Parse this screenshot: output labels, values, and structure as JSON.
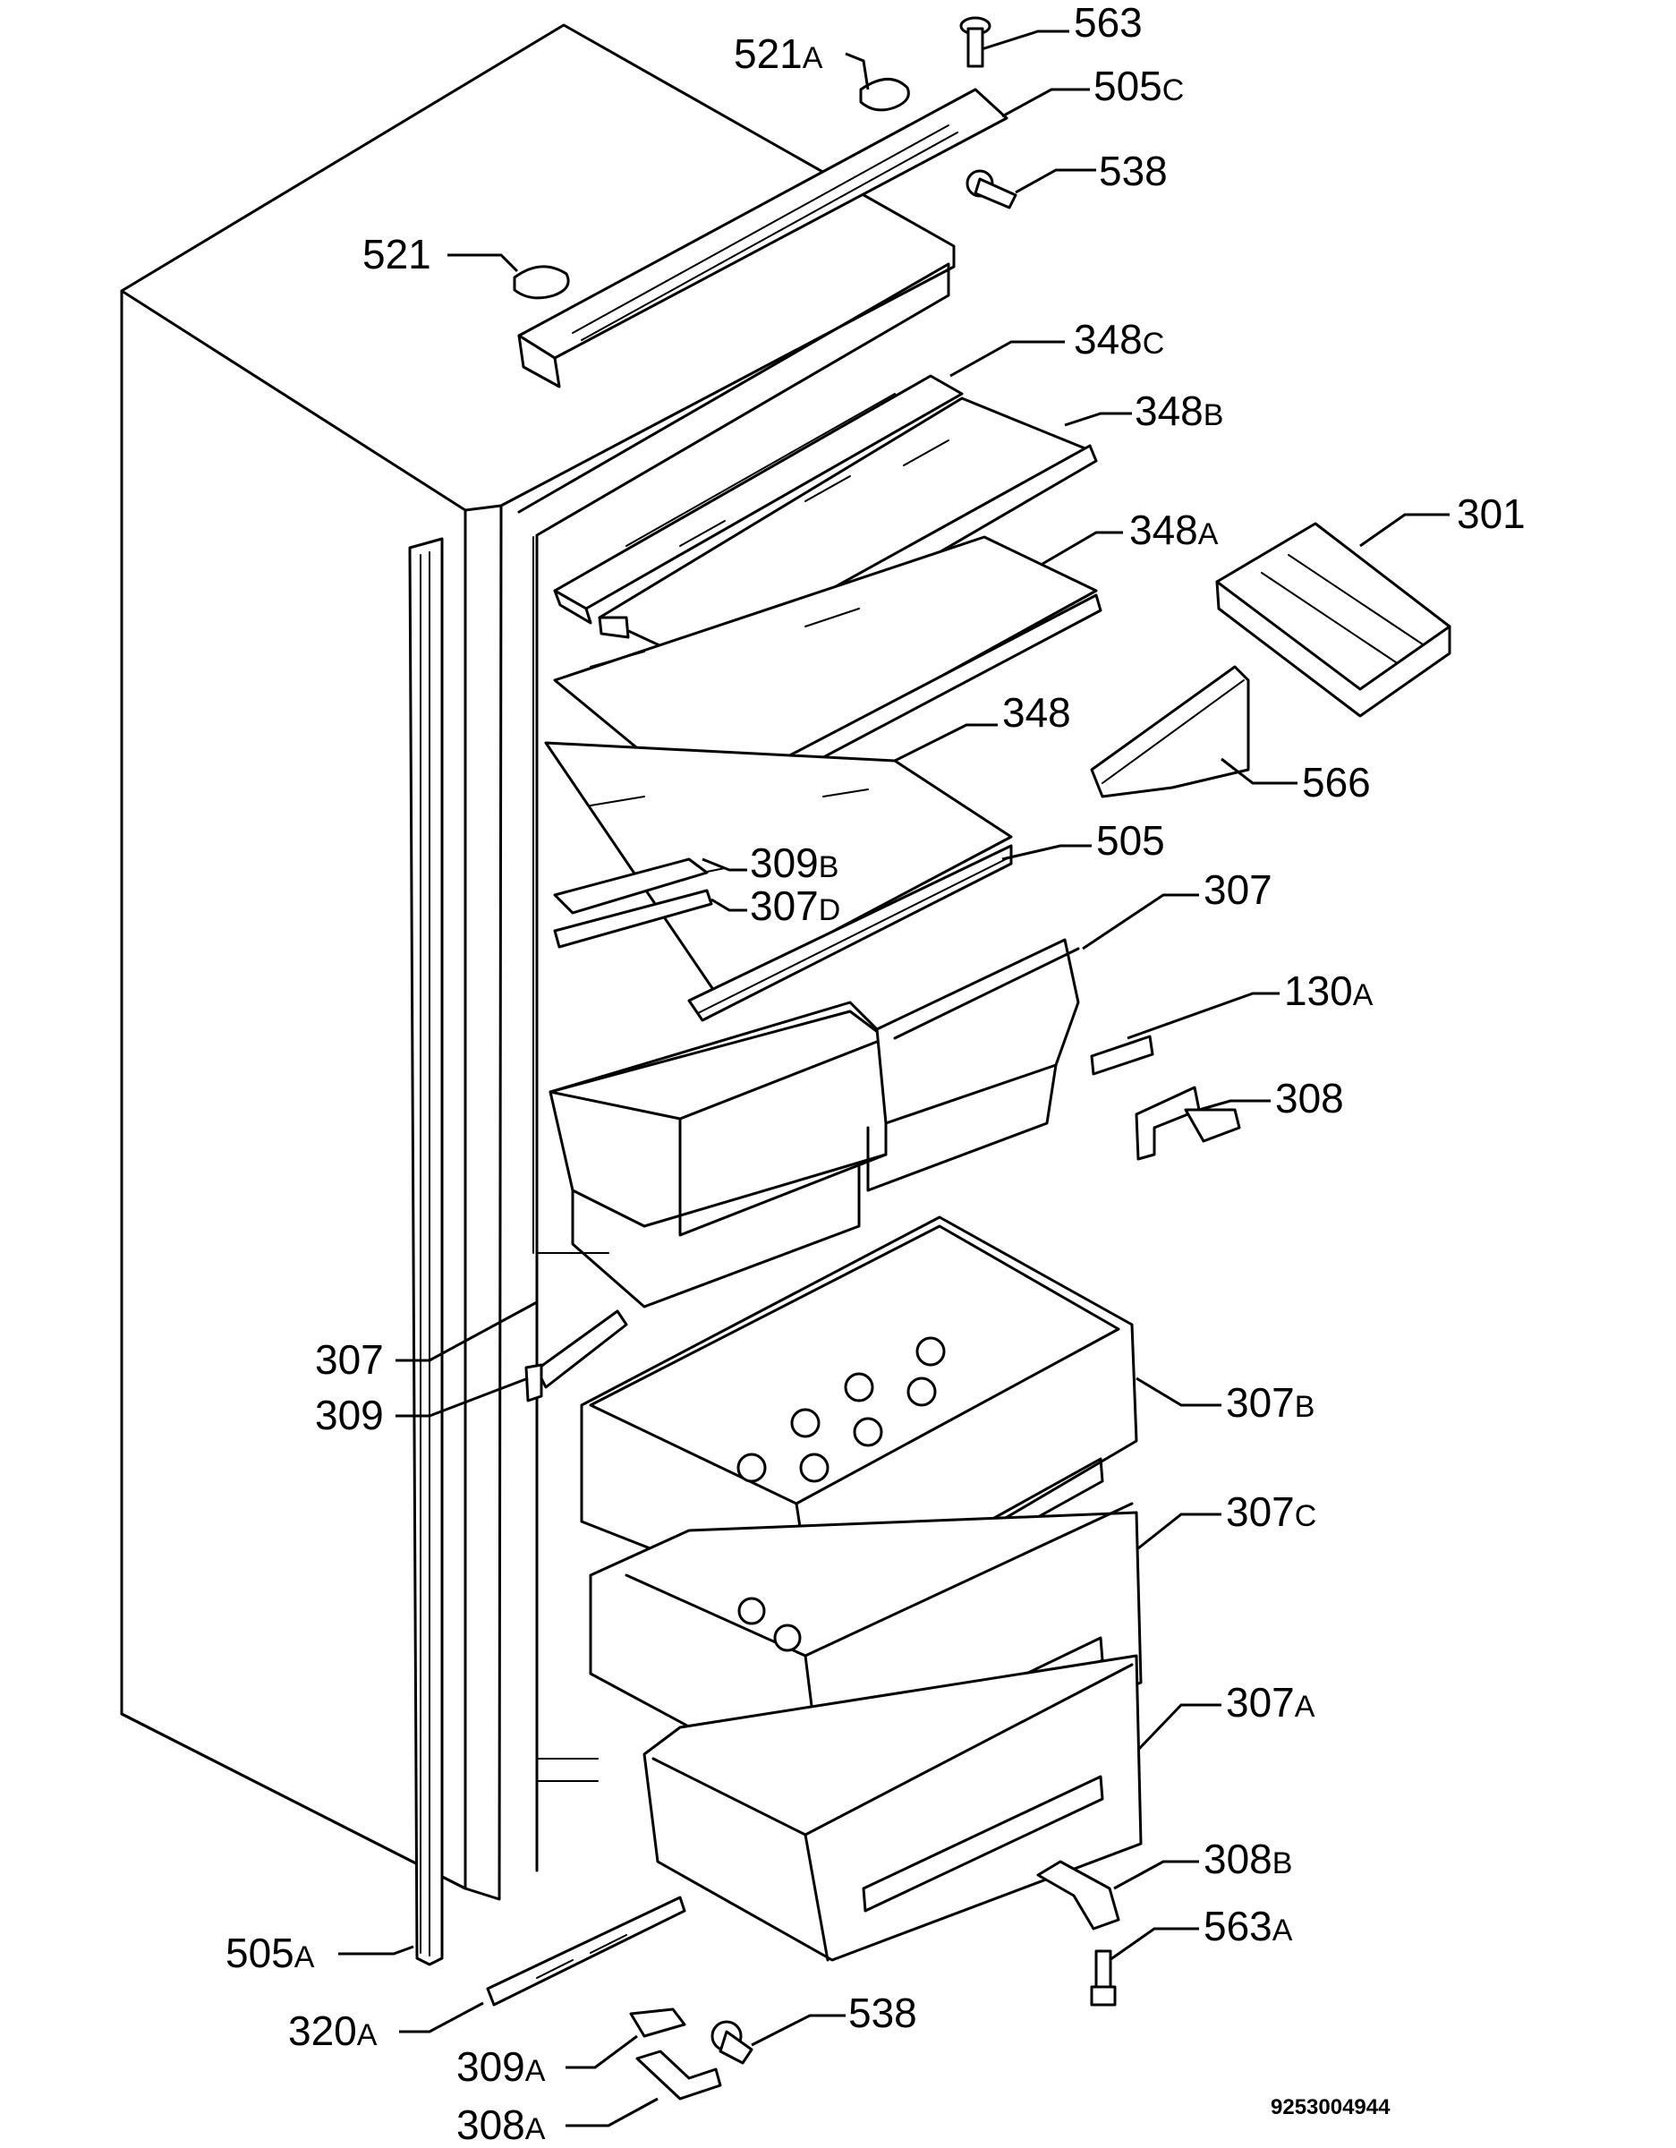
{
  "labels": [
    {
      "num": "563",
      "suffix": ""
    },
    {
      "num": "521",
      "suffix": "A"
    },
    {
      "num": "505",
      "suffix": "C"
    },
    {
      "num": "538",
      "suffix": ""
    },
    {
      "num": "521",
      "suffix": ""
    },
    {
      "num": "348",
      "suffix": "C"
    },
    {
      "num": "348",
      "suffix": "B"
    },
    {
      "num": "301",
      "suffix": ""
    },
    {
      "num": "348",
      "suffix": "A"
    },
    {
      "num": "348",
      "suffix": ""
    },
    {
      "num": "566",
      "suffix": ""
    },
    {
      "num": "309",
      "suffix": "B"
    },
    {
      "num": "505",
      "suffix": ""
    },
    {
      "num": "307",
      "suffix": "D"
    },
    {
      "num": "307",
      "suffix": ""
    },
    {
      "num": "130",
      "suffix": "A"
    },
    {
      "num": "308",
      "suffix": ""
    },
    {
      "num": "307",
      "suffix": ""
    },
    {
      "num": "309",
      "suffix": ""
    },
    {
      "num": "307",
      "suffix": "B"
    },
    {
      "num": "307",
      "suffix": "C"
    },
    {
      "num": "307",
      "suffix": "A"
    },
    {
      "num": "308",
      "suffix": "B"
    },
    {
      "num": "563",
      "suffix": "A"
    },
    {
      "num": "505",
      "suffix": "A"
    },
    {
      "num": "320",
      "suffix": "A"
    },
    {
      "num": "538",
      "suffix": ""
    },
    {
      "num": "309",
      "suffix": "A"
    },
    {
      "num": "308",
      "suffix": "A"
    }
  ],
  "document_code": "9253004944"
}
